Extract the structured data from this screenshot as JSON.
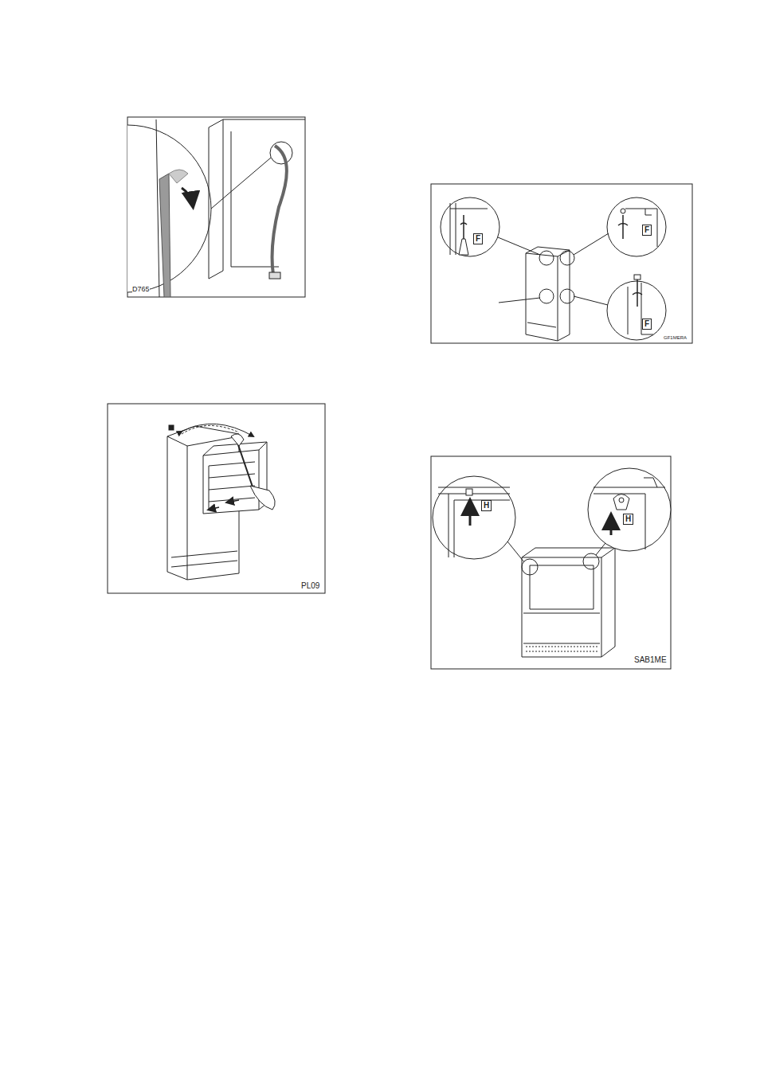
{
  "diagram": {
    "labels": [
      "D765",
      "F",
      "F",
      "F",
      "GF1MERA",
      "PL09",
      "H",
      "H",
      "SAB1ME"
    ]
  }
}
